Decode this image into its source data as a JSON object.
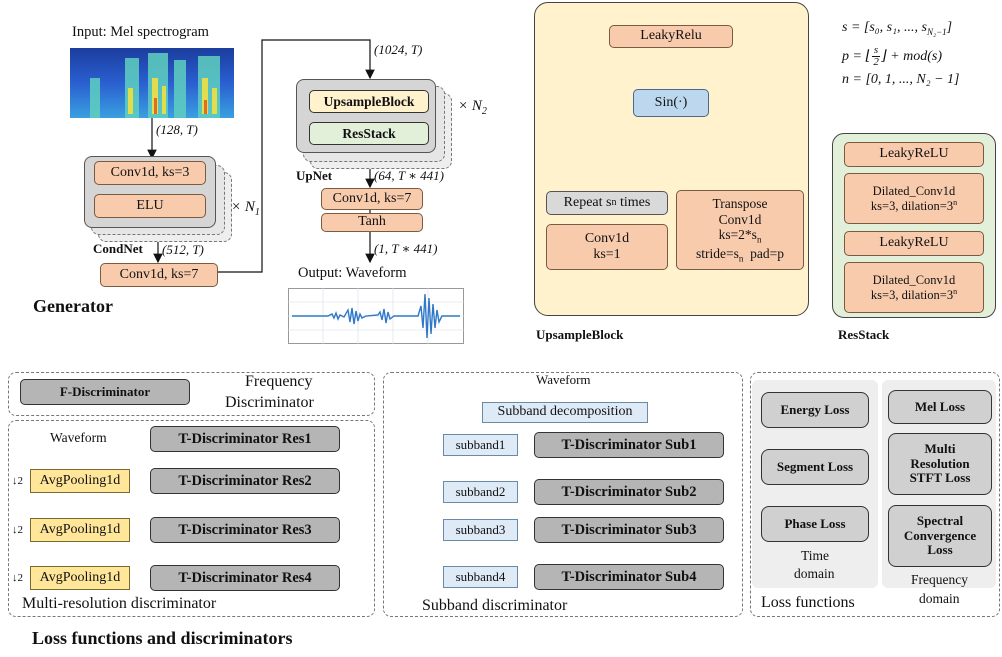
{
  "generator": {
    "input_label": "Input: Mel spectrogram",
    "dim_128": "(128, T)",
    "condnet": {
      "conv": "Conv1d, ks=3",
      "elu": "ELU",
      "times": "× N",
      "times_sub": "1",
      "label": "CondNet"
    },
    "dim_512": "(512, T)",
    "conv7": "Conv1d, ks=7",
    "dim_1024": "(1024, T)",
    "upnet": {
      "upsample": "UpsampleBlock",
      "resstack": "ResStack",
      "times": "× N",
      "times_sub": "2",
      "label": "UpNet"
    },
    "dim_64": "(64, T ∗ 441)",
    "conv7b": "Conv1d, ks=7",
    "tanh": "Tanh",
    "dim_1": "(1, T ∗ 441)",
    "output_label": "Output: Waveform",
    "title": "Generator"
  },
  "upsample_block": {
    "leaky": "LeakyRelu",
    "sin": "Sin(·)",
    "repeat": "Repeat s",
    "repeat_sub": "n",
    "repeat_tail": " times",
    "conv1d": "Conv1d",
    "ks1": "ks=1",
    "transpose_1": "Transpose",
    "transpose_2": "Conv1d",
    "transpose_3": "ks=2*s",
    "transpose_3_sub": "n",
    "transpose_4a": "stride=s",
    "transpose_4_sub": "n",
    "transpose_4b": "  pad=p",
    "title": "UpsampleBlock"
  },
  "equations": {
    "s": "s = [s₀, s₁, ..., s",
    "s_sub": "N₂−1",
    "s_end": "]",
    "p_a": "p = ⌊",
    "p_frac_num": "s",
    "p_frac_den": "2",
    "p_b": "⌋ + mod(s)",
    "n": "n = [0, 1, ..., N₂ − 1]"
  },
  "resstack": {
    "leaky1": "LeakyReLU",
    "dil1_a": "Dilated_Conv1d",
    "dil1_b": "ks=3, dilation=3",
    "dil_sup": "n",
    "leaky2": "LeakyReLU",
    "dil2_a": "Dilated_Conv1d",
    "dil2_b": "ks=3, dilation=3",
    "title": "ResStack"
  },
  "freq_disc": {
    "box": "F-Discriminator",
    "label_1": "Frequency",
    "label_2": "Discriminator"
  },
  "multi_res": {
    "waveform": "Waveform",
    "res1": "T-Discriminator Res1",
    "res2": "T-Discriminator Res2",
    "res3": "T-Discriminator Res3",
    "res4": "T-Discriminator Res4",
    "pool": "AvgPooling1d",
    "down": "↓2",
    "title": "Multi-resolution discriminator"
  },
  "subband": {
    "waveform": "Waveform",
    "decomp": "Subband decomposition",
    "sb1": "subband1",
    "sb2": "subband2",
    "sb3": "subband3",
    "sb4": "subband4",
    "d1": "T-Discriminator Sub1",
    "d2": "T-Discriminator Sub2",
    "d3": "T-Discriminator Sub3",
    "d4": "T-Discriminator Sub4",
    "title": "Subband discriminator"
  },
  "losses": {
    "energy": "Energy Loss",
    "segment": "Segment Loss",
    "phase": "Phase Loss",
    "time_1": "Time",
    "time_2": "domain",
    "mel": "Mel Loss",
    "multi_1": "Multi",
    "multi_2": "Resolution",
    "multi_3": "STFT Loss",
    "spec_1": "Spectral",
    "spec_2": "Convergence",
    "spec_3": "Loss",
    "freq_1": "Frequency",
    "freq_2": "domain",
    "title": "Loss functions"
  },
  "bottom_title": "Loss functions and discriminators"
}
